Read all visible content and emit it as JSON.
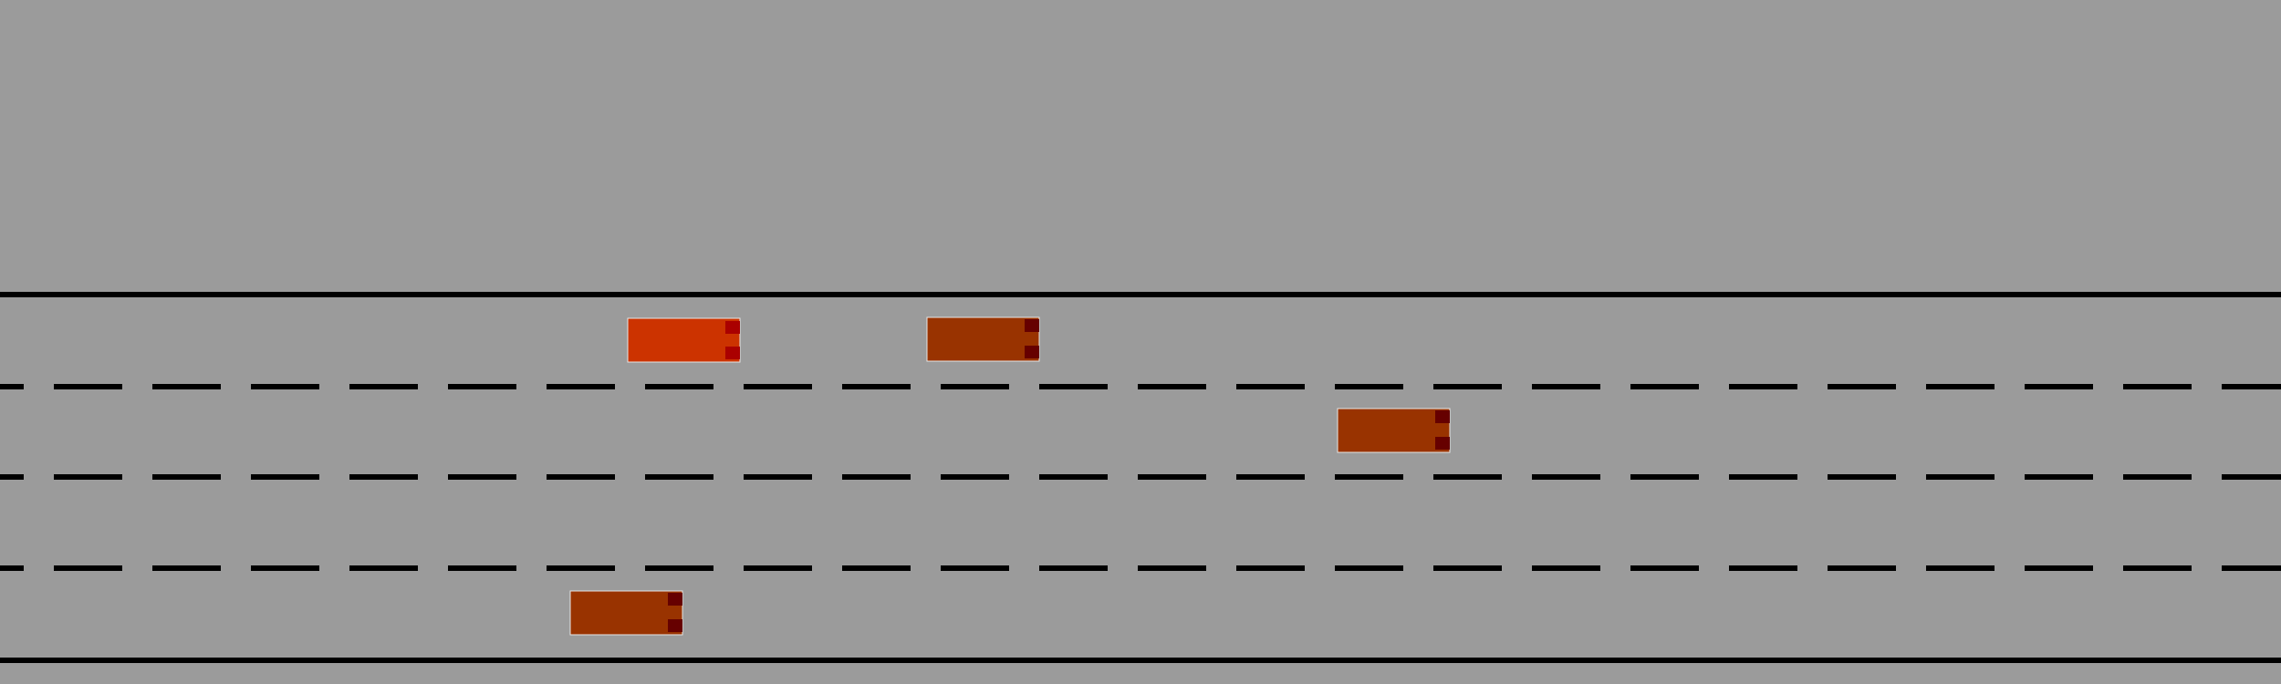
{
  "scene": {
    "type": "highway-driving-simulation",
    "lanes": 4,
    "lane_line_style": "dashed",
    "road_edge_style": "solid"
  },
  "colors": {
    "background": "#9b9b9b",
    "lane_marking": "#000000",
    "ego_vehicle_body": "#cc3300",
    "ego_vehicle_lights": "#aa0000",
    "other_vehicle_body": "#993300",
    "other_vehicle_lights": "#660000",
    "vehicle_outline": "#e6e6e6"
  },
  "vehicles": [
    {
      "role": "ego",
      "lane": 1
    },
    {
      "role": "other",
      "lane": 1
    },
    {
      "role": "other",
      "lane": 2
    },
    {
      "role": "other",
      "lane": 4
    }
  ]
}
